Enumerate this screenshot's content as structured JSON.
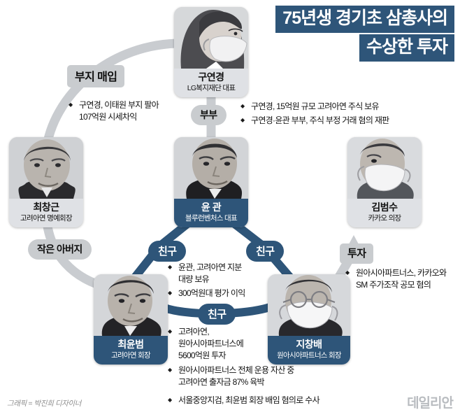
{
  "title": {
    "line1": "75년생 경기초 삼총사의",
    "line2": "수상한 투자"
  },
  "people": {
    "gu": {
      "name": "구연경",
      "role": "LG복지재단 대표"
    },
    "choi_ck": {
      "name": "최창근",
      "role": "고려아연 명예회장"
    },
    "yoon": {
      "name": "윤 관",
      "role": "블루런벤처스 대표"
    },
    "kim": {
      "name": "김범수",
      "role": "카카오 의장"
    },
    "choi_yb": {
      "name": "최윤범",
      "role": "고려아연 회장"
    },
    "ji": {
      "name": "지창배",
      "role": "원아시아파트너스 회장"
    }
  },
  "relations": {
    "land_purchase": "부지 매입",
    "couple": "부부",
    "uncle": "작은 아버지",
    "friend_left": "친구",
    "friend_right": "친구",
    "friend_bottom": "친구",
    "investment": "투자"
  },
  "notes": {
    "land": [
      "구연경, 이태원 부지 팔아\n107억원 시세차익"
    ],
    "stock": [
      "구연경, 15억원 규모 고려아연 주식 보유",
      "구연경·윤관 부부, 주식 부정 거래 혐의 재판"
    ],
    "center": [
      "윤관, 고려아연 지분\n대량 보유",
      "300억원대 평가 이익"
    ],
    "right": [
      "원아시아파트너스, 카카오와\nSM 주가조작 공모 혐의"
    ],
    "bottom_mid": [
      "고려아연,\n원아시아파트너스에\n5600억원 투자"
    ],
    "bottom": [
      "원아시아파트너스 전체 운용 자산 중\n고려아연 출자금 87% 육박",
      "서울중앙지검, 최윤범 회장 배임 혐의로 수사"
    ]
  },
  "footer": {
    "credit": "그래픽 = 박진희 디자이너",
    "brand": "데일리안"
  },
  "colors": {
    "accent_blue": "#2e5579",
    "link_grey": "#c9ccd0",
    "card_grey": "#dfe1e5"
  }
}
